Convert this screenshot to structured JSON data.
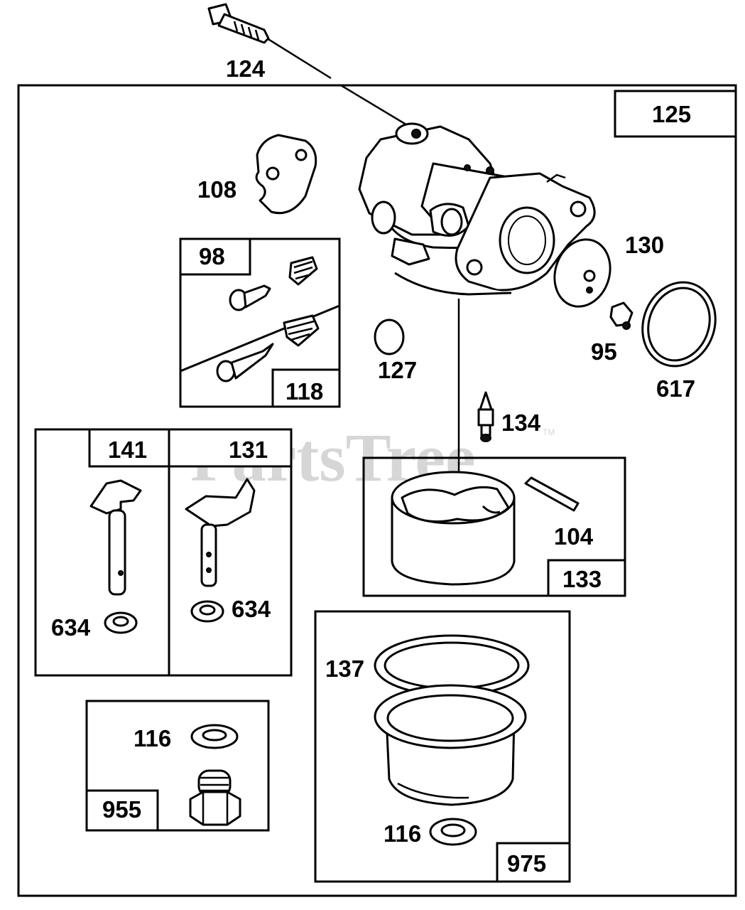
{
  "watermark": {
    "text": "PartsTree",
    "trademark": "TM"
  },
  "labels": {
    "p124": "124",
    "p125": "125",
    "p108": "108",
    "p98": "98",
    "p118": "118",
    "p130": "130",
    "p95": "95",
    "p617": "617",
    "p127": "127",
    "p134": "134",
    "p141": "141",
    "p131": "131",
    "p634a": "634",
    "p634b": "634",
    "p104": "104",
    "p133": "133",
    "p116a": "116",
    "p955": "955",
    "p137": "137",
    "p116b": "116",
    "p975": "975"
  },
  "colors": {
    "ink": "#000000",
    "paper": "#ffffff",
    "watermark": "#d6d6d6"
  }
}
